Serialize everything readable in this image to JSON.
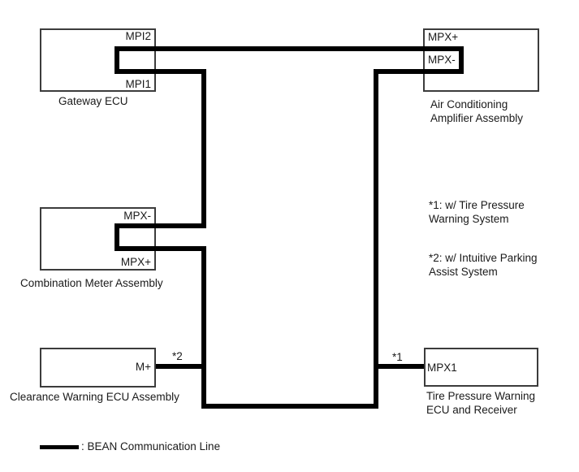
{
  "diagram": {
    "title_implicit": "BEAN communication line diagram",
    "colors": {
      "background": "#ffffff",
      "wire": "#000000",
      "box_border": "#3c3c3c",
      "text": "#1a1a1a"
    },
    "boxes": {
      "gateway": {
        "label": "Gateway ECU",
        "terminals": {
          "mpi2": "MPI2",
          "mpi1": "MPI1"
        }
      },
      "ac_amplifier": {
        "label_line1": "Air Conditioning",
        "label_line2": "Amplifier Assembly",
        "terminals": {
          "mpx_plus": "MPX+",
          "mpx_minus": "MPX-"
        }
      },
      "combination_meter": {
        "label": "Combination Meter Assembly",
        "terminals": {
          "mpx_minus": "MPX-",
          "mpx_plus": "MPX+"
        }
      },
      "clearance_warning": {
        "label": "Clearance Warning ECU Assembly",
        "terminals": {
          "m_plus": "M+"
        }
      },
      "tire_pressure": {
        "label_line1": "Tire Pressure Warning",
        "label_line2": "ECU and Receiver",
        "terminals": {
          "mpx1": "MPX1"
        }
      }
    },
    "markers": {
      "star2": "*2",
      "star1": "*1"
    },
    "notes": {
      "note1_line1": "*1: w/ Tire Pressure",
      "note1_line2": "Warning System",
      "note2_line1": "*2: w/ Intuitive Parking",
      "note2_line2": "Assist System"
    },
    "legend": {
      "label": ": BEAN Communication Line"
    }
  }
}
